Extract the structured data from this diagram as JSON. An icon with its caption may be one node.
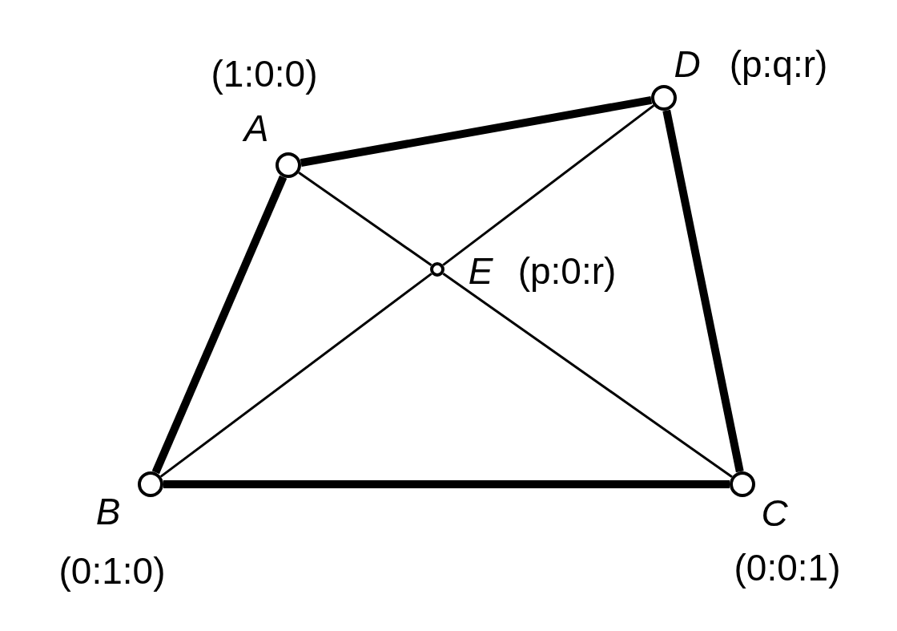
{
  "diagram": {
    "nodes": [
      {
        "text": [],
        "shape": "circle",
        "beside": [
          "A",
          "(1:0:0)"
        ]
      },
      {
        "text": [],
        "shape": "circle",
        "beside": [
          "D",
          "(p:q:r)"
        ]
      },
      {
        "text": [],
        "shape": "circle",
        "beside": [
          "E",
          "(p:0:r)"
        ]
      },
      {
        "text": [],
        "shape": "circle",
        "beside": [
          "B",
          "(0:1:0)"
        ]
      },
      {
        "text": [],
        "shape": "circle",
        "beside": [
          "C",
          "(0:0:1)"
        ]
      }
    ],
    "edges": [
      {
        "from": 0,
        "to": 1,
        "arrow": "none",
        "style": "thick"
      },
      {
        "from": 0,
        "to": 3,
        "arrow": "none",
        "style": "thick"
      },
      {
        "from": 1,
        "to": 4,
        "arrow": "none",
        "style": "thick"
      },
      {
        "from": 3,
        "to": 4,
        "arrow": "none",
        "style": "thick"
      },
      {
        "from": 0,
        "to": 2,
        "arrow": "none"
      },
      {
        "from": 2,
        "to": 4,
        "arrow": "none"
      },
      {
        "from": 3,
        "to": 2,
        "arrow": "none"
      },
      {
        "from": 2,
        "to": 1,
        "arrow": "none"
      }
    ]
  }
}
